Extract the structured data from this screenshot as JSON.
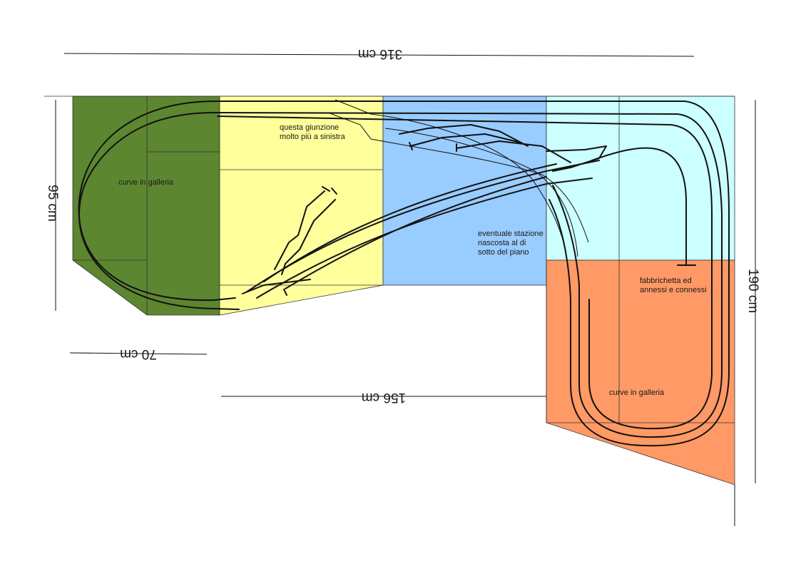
{
  "colors": {
    "green_module": "#5d8630",
    "yellow_module": "#ffff9c",
    "blue_module": "#99ccff",
    "cyan_module": "#ccffff",
    "orange_module": "#ff9966",
    "track": "#111111"
  },
  "dimensions": {
    "top_width": "316 cm",
    "left_height": "95 cm",
    "right_height": "190 cm",
    "green_width": "70 cm",
    "middle_length": "156 cm"
  },
  "notes": {
    "green_tunnel": "curve in galleria",
    "junction_line1": "questa giunzione",
    "junction_line2": "molto più a sinistra",
    "station_line1": "eventuale stazione",
    "station_line2": "nascosta al di",
    "station_line3": "sotto del piano",
    "factory_line1": "fabbrichetta ed",
    "factory_line2": "annessi e connessi",
    "orange_tunnel": "curve in galleria"
  }
}
